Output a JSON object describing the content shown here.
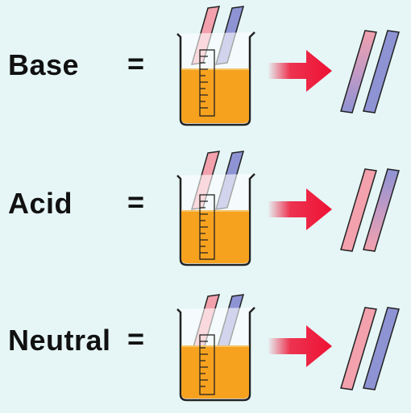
{
  "rows": [
    {
      "label": "Base",
      "equals": "=",
      "result": "blue-bottom"
    },
    {
      "label": "Acid",
      "equals": "=",
      "result": "red-bottom"
    },
    {
      "label": "Neutral",
      "equals": "=",
      "result": "unchanged"
    }
  ],
  "colors": {
    "background": "#e6f6f7",
    "liquid": "#f7a21e",
    "red_litmus": "#f2a1ad",
    "blue_litmus": "#8e93d4",
    "arrow": "#ee1133"
  }
}
